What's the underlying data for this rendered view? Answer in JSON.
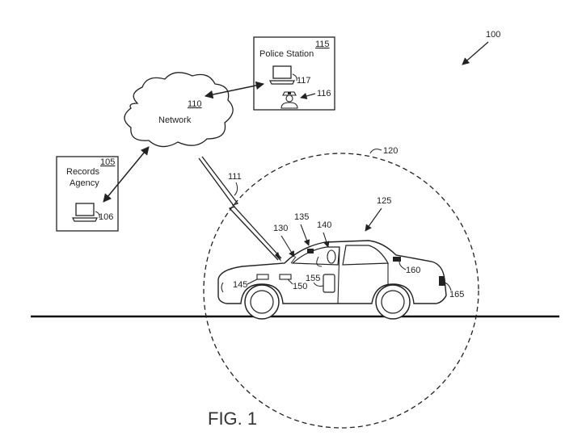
{
  "figure": {
    "caption": "FIG. 1",
    "ref_system": "100"
  },
  "network": {
    "label": "Network",
    "ref": "110"
  },
  "police_station": {
    "label": "Police Station",
    "ref": "115",
    "computer_ref": "117",
    "officer_ref": "116"
  },
  "records_agency": {
    "label_line1": "Records",
    "label_line2": "Agency",
    "ref": "105",
    "computer_ref": "106"
  },
  "wireless_link": {
    "ref": "111"
  },
  "coverage_area": {
    "ref": "120"
  },
  "vehicle": {
    "ref": "125",
    "front_sensor_ref": "130",
    "camera_ref": "135",
    "occupant_ref": "140",
    "headlight_ref": "145",
    "device_ref": "150",
    "display_ref": "155",
    "rear_sensor_ref": "160",
    "taillight_ref": "165"
  },
  "colors": {
    "line": "#222222",
    "background": "#ffffff"
  }
}
